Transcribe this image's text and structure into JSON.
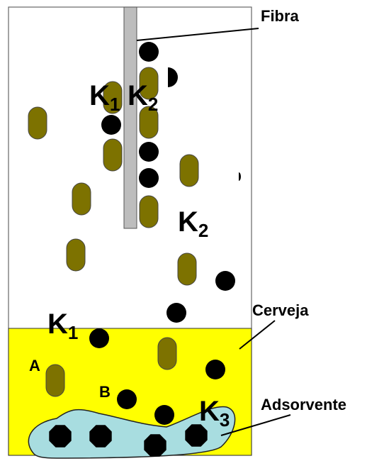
{
  "labels": {
    "fibra": "Fibra",
    "cerveja": "Cerveja",
    "adsorvente": "Adsorvente",
    "k1_top": "K",
    "k1_top_sub": "1",
    "k2_top": "K",
    "k2_top_sub": "2",
    "k2_mid": "K",
    "k2_mid_sub": "2",
    "k1_bottom": "K",
    "k1_bottom_sub": "1",
    "k3": "K",
    "k3_sub": "3",
    "a": "A",
    "b": "B"
  },
  "colors": {
    "liquid": "#ffff00",
    "adsorbent": "#a8dde0",
    "fiber": "#bdbdbd",
    "species_a": "#7d7200",
    "species_b": "#000000",
    "outline": "#333333"
  }
}
